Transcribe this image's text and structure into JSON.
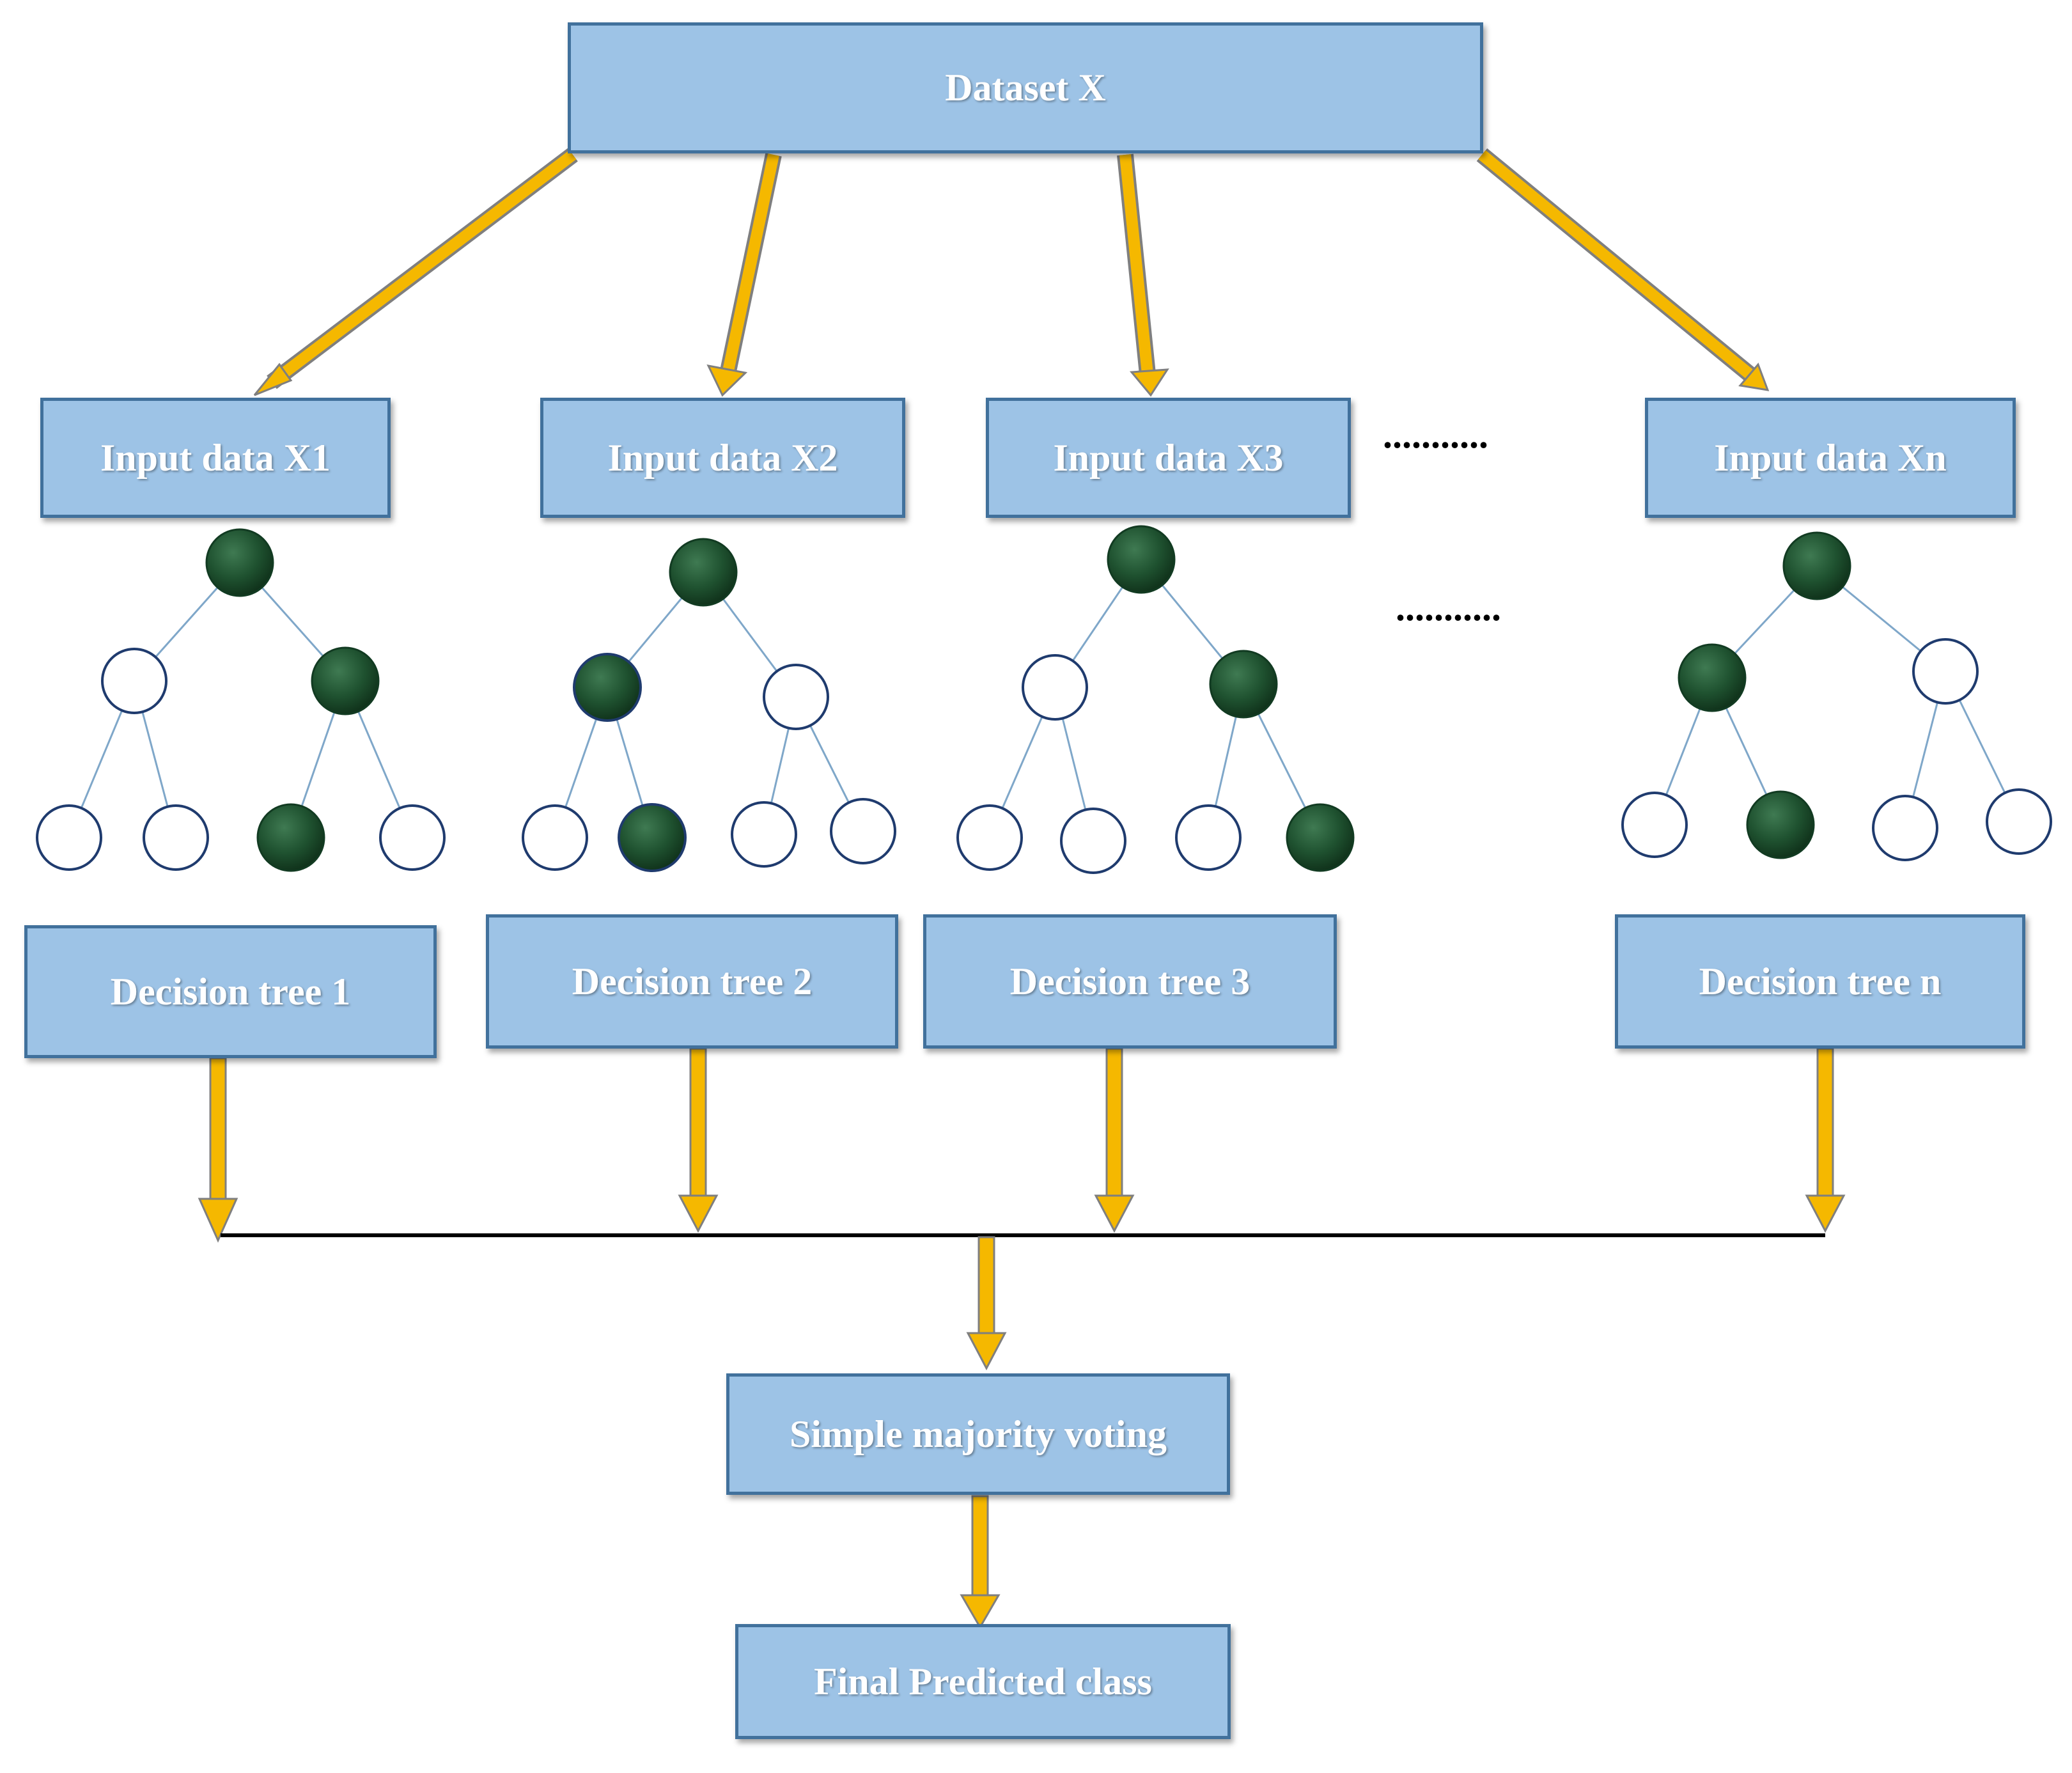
{
  "dataset": {
    "label": "Dataset X"
  },
  "inputs": [
    {
      "label": "Input data X1"
    },
    {
      "label": "Input data X2"
    },
    {
      "label": "Input data X3"
    },
    {
      "label": "Input data Xn"
    }
  ],
  "trees": [
    {
      "label": "Decision tree 1"
    },
    {
      "label": "Decision tree 2"
    },
    {
      "label": "Decision tree 3"
    },
    {
      "label": "Decision tree n"
    }
  ],
  "ellipsis": "...........",
  "voting": {
    "label": "Simple majority voting"
  },
  "final": {
    "label": "Final Predicted class"
  },
  "colors": {
    "box_fill": "#9dc3e6",
    "box_border": "#41719c",
    "arrow": "#f5b800",
    "arrow_outline": "#7f7f7f",
    "node_filled": "#1d4d2b",
    "node_empty": "#ffffff",
    "node_stroke": "#1f3b6e"
  }
}
